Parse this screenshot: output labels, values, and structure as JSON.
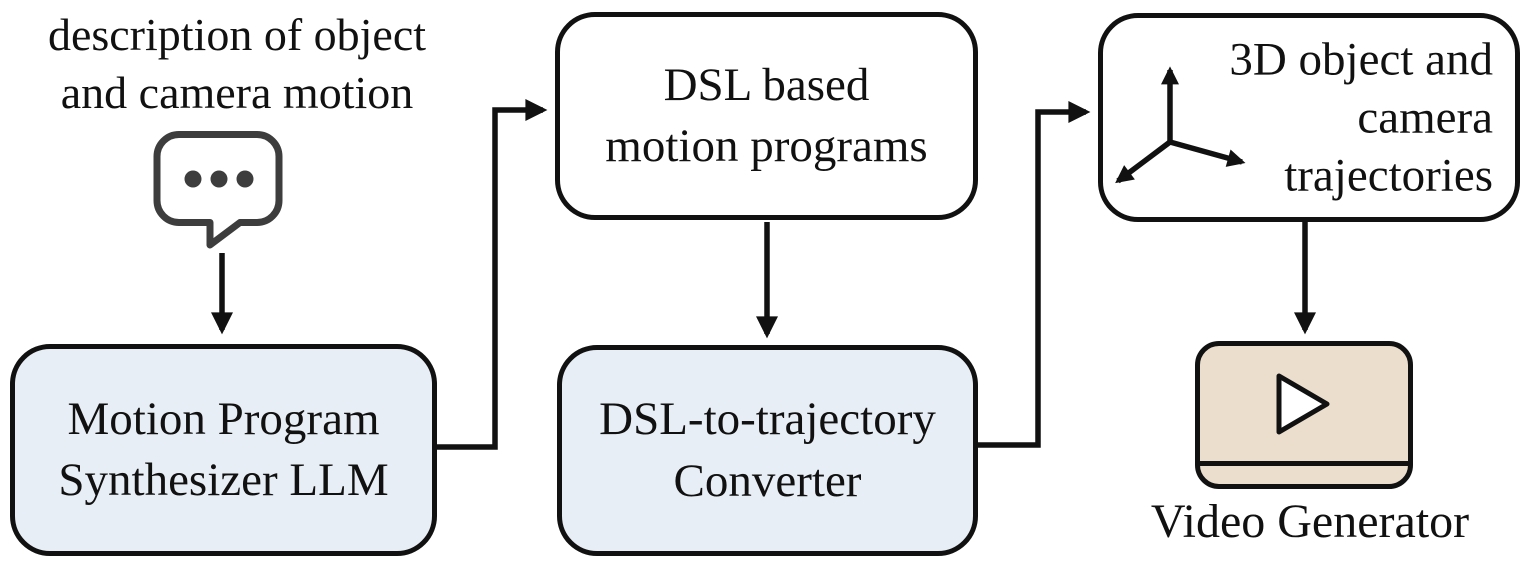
{
  "diagram_title": "motion program synthesis pipeline",
  "nodes": {
    "description": "description of object\nand camera motion",
    "llm": "Motion Program\nSynthesizer LLM",
    "dsl_programs": "DSL based\nmotion programs",
    "converter": "DSL-to-trajectory\nConverter",
    "trajectories": "3D object and\ncamera\ntrajectories",
    "video_generator": "Video Generator"
  },
  "icons": {
    "speech_bubble": "speech-bubble-ellipsis-icon",
    "axes": "3d-axes-icon",
    "video": "video-player-play-icon"
  },
  "colors": {
    "node_blue_fill": "#e8eef5",
    "node_white_fill": "#ffffff",
    "video_tan_fill": "#ebdecd",
    "line_stroke": "#111111",
    "bubble_stroke": "#3d3d3d",
    "background": "#ffffff"
  }
}
